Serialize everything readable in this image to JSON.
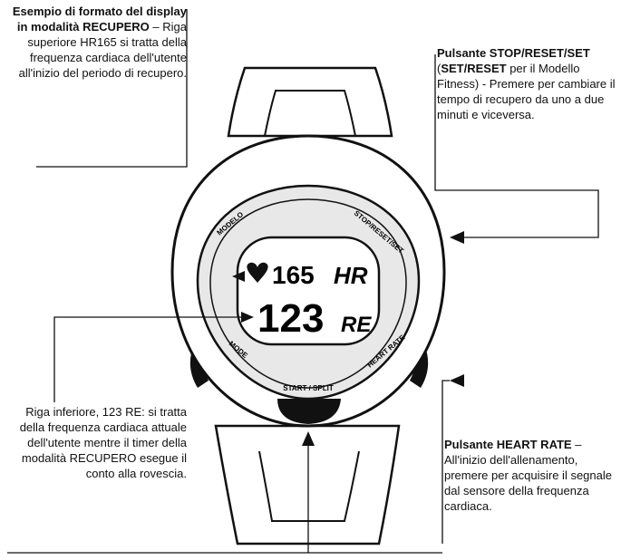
{
  "callouts": {
    "top_left": {
      "bold": "Esempio di formato del display in modalità RECUPERO",
      "text": " – Riga superiore HR165 si tratta della frequenza cardiaca dell'utente all'inizio del periodo di recupero."
    },
    "top_right": {
      "bold1": "Pulsante STOP/RESET/SET",
      "text1": " (",
      "bold2": "SET/RESET",
      "text2": " per il Modello Fitness) - Premere per cambiare il tempo di recupero da uno a due minuti e viceversa."
    },
    "bottom_left": {
      "text": "Riga inferiore, 123 RE: si tratta della frequenza cardiaca attuale dell'utente mentre il timer della modalità RECUPERO esegue il conto alla rovescia."
    },
    "bottom_right": {
      "bold": "Pulsante HEART RATE",
      "text": " – All'inizio dell'allenamento, premere per acquisire il segnale dal sensore della frequenza cardiaca."
    }
  },
  "watch": {
    "bezel_labels": {
      "top_left": "MODELO",
      "top_right": "STOP/RESET/SET",
      "bottom_left": "MODE",
      "bottom_right": "HEART RATE",
      "bottom": "START / SPLIT"
    },
    "display": {
      "top_value": "165",
      "top_unit": "HR",
      "bottom_value": "123",
      "bottom_unit": "RE",
      "heart_icon": "heart-icon"
    }
  }
}
